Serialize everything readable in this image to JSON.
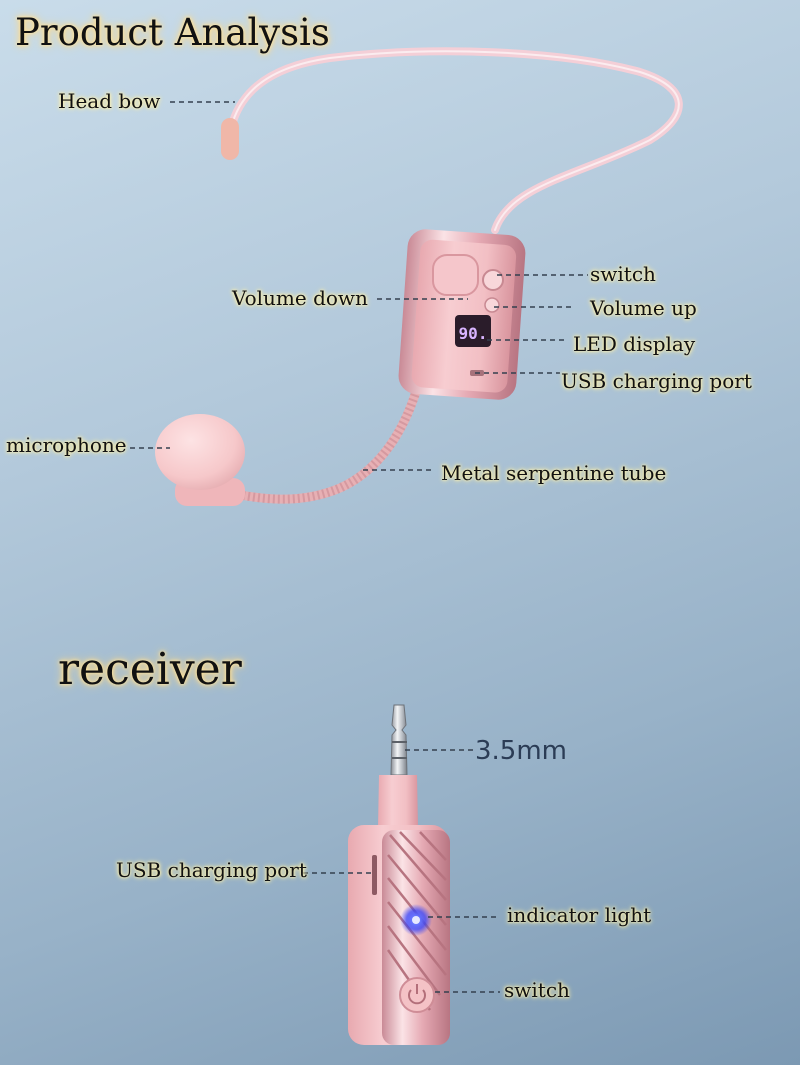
{
  "titles": {
    "product_analysis": "Product Analysis",
    "receiver": "receiver"
  },
  "headset_labels": {
    "head_bow": "Head bow",
    "switch": "switch",
    "volume_down": "Volume down",
    "volume_up": "Volume up",
    "led_display": "LED display",
    "usb_charging_port": "USB charging port",
    "microphone": "microphone",
    "metal_tube": "Metal serpentine tube"
  },
  "led_readout": "90.",
  "receiver_labels": {
    "jack": "3.5mm",
    "usb_charging_port": "USB charging port",
    "indicator_light": "indicator light",
    "switch": "switch"
  },
  "colors": {
    "background_top": "#c9dcea",
    "background_bottom": "#7c99b3",
    "device_pink": "#f4c2c6",
    "led_color": "#d8b4ff",
    "indicator_color": "#2a3cff",
    "label_glow": "#fff3b0"
  }
}
